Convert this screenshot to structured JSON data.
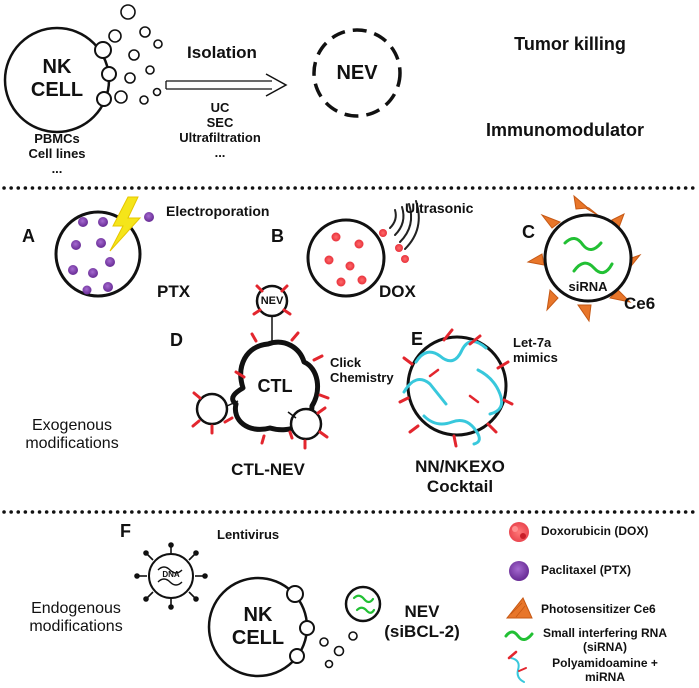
{
  "top": {
    "nk_cell": [
      "NK",
      "CELL"
    ],
    "sources": [
      "PBMCs",
      "Cell lines",
      "..."
    ],
    "isolation": "Isolation",
    "methods": [
      "UC",
      "SEC",
      "Ultrafiltration",
      "..."
    ],
    "nev": "NEV",
    "functions": [
      "Tumor killing",
      "Immunomodulator"
    ]
  },
  "exogenous": {
    "section_label": [
      "Exogenous",
      "modifications"
    ],
    "A": {
      "letter": "A",
      "method": "Electroporation",
      "drug": "PTX"
    },
    "B": {
      "letter": "B",
      "method": "Ultrasonic",
      "drug": "DOX"
    },
    "C": {
      "letter": "C",
      "inner": "siRNA",
      "drug": "Ce6"
    },
    "D": {
      "letter": "D",
      "nev": "NEV",
      "core": "CTL",
      "method": [
        "Click",
        "Chemistry"
      ],
      "name": "CTL-NEV"
    },
    "E": {
      "letter": "E",
      "mimic": [
        "Let-7a",
        "mimics"
      ],
      "name": [
        "NN/NKEXO",
        "Cocktail"
      ]
    }
  },
  "endogenous": {
    "section_label": [
      "Endogenous",
      "modifications"
    ],
    "F": {
      "letter": "F",
      "vector": "Lentivirus",
      "vector_inner": "DNA",
      "nk_cell": [
        "NK",
        "CELL"
      ],
      "product": [
        "NEV",
        "(siBCL-2)"
      ]
    }
  },
  "legend": [
    {
      "label": "Doxorubicin (DOX)",
      "icon": "dox-icon",
      "color": "#e8323c"
    },
    {
      "label": "Paclitaxel (PTX)",
      "icon": "ptx-icon",
      "color": "#7b3ea6"
    },
    {
      "label": "Photosensitizer Ce6",
      "icon": "ce6-icon",
      "color": "#e8762a"
    },
    {
      "label": [
        "Small interfering RNA",
        "(siRNA)"
      ],
      "icon": "sirna-icon",
      "color": "#22c034"
    },
    {
      "label": [
        "Polyamidoamine +",
        "miRNA"
      ],
      "icon": "pamam-mirna-icon",
      "color": "#38c8dc"
    }
  ]
}
